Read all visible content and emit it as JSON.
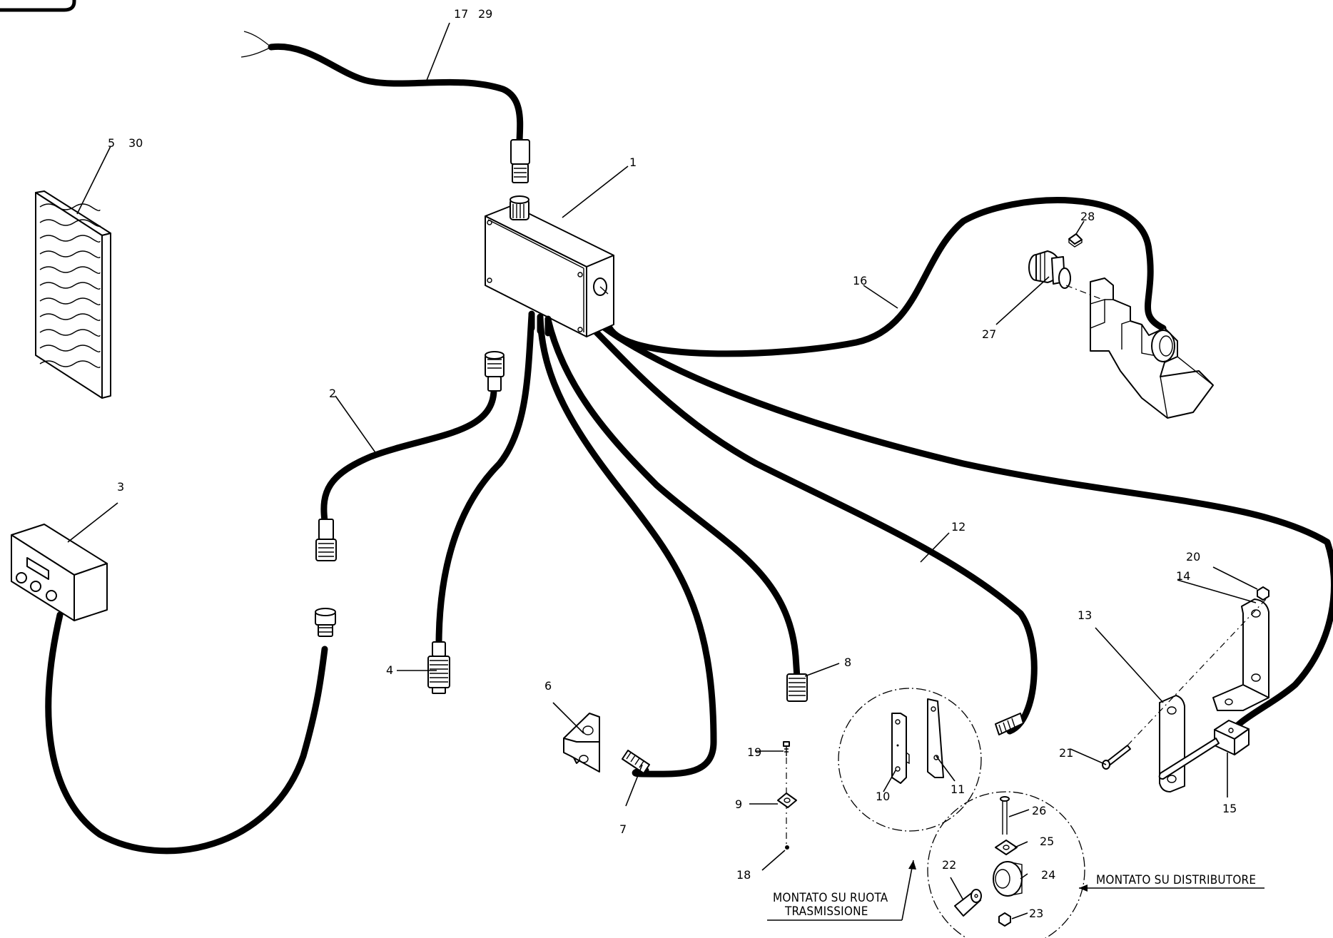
{
  "labels": {
    "n1": "1",
    "n2": "2",
    "n3": "3",
    "n4": "4",
    "n5": "5",
    "n30": "30",
    "n6": "6",
    "n7": "7",
    "n8": "8",
    "n9": "9",
    "n10": "10",
    "n11": "11",
    "n12": "12",
    "n13": "13",
    "n14": "14",
    "n15": "15",
    "n16": "16",
    "n17": "17",
    "n29": "29",
    "n18": "18",
    "n19": "19",
    "n20": "20",
    "n21": "21",
    "n22": "22",
    "n23": "23",
    "n24": "24",
    "n25": "25",
    "n26": "26",
    "n27": "27",
    "n28": "28"
  },
  "captions": {
    "ruota_line1": "MONTATO SU RUOTA",
    "ruota_line2": "TRASMISSIONE",
    "distributore": "MONTATO SU DISTRIBUTORE"
  }
}
